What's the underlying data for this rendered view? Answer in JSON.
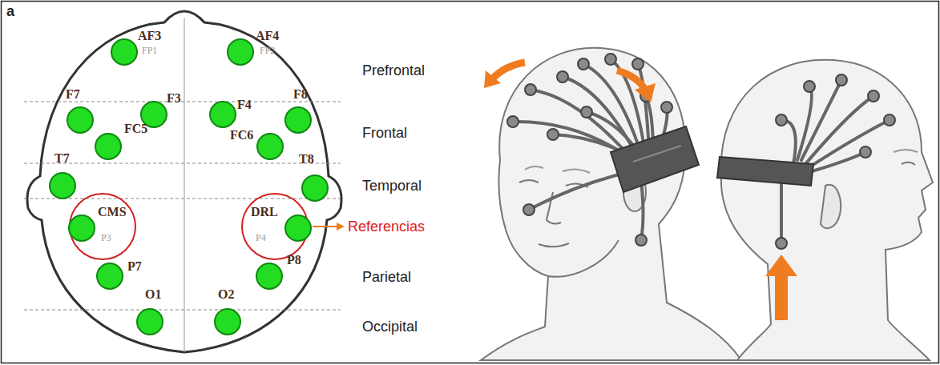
{
  "diagram": {
    "nodes": [
      {
        "text": [
          "AF3",
          "FP1"
        ]
      },
      {
        "text": [
          "AF4",
          "FP2"
        ]
      },
      {
        "text": [
          "F7"
        ]
      },
      {
        "text": [
          "F3"
        ]
      },
      {
        "text": [
          "F4"
        ]
      },
      {
        "text": [
          "F8"
        ]
      },
      {
        "text": [
          "FC5"
        ]
      },
      {
        "text": [
          "FC6"
        ]
      },
      {
        "text": [
          "T7"
        ]
      },
      {
        "text": [
          "T8"
        ]
      },
      {
        "text": [
          "CMS",
          "P3"
        ]
      },
      {
        "text": [
          "DRL",
          "P4"
        ]
      },
      {
        "text": [
          "P7"
        ]
      },
      {
        "text": [
          "P8"
        ]
      },
      {
        "text": [
          "O1"
        ]
      },
      {
        "text": [
          "O2"
        ]
      }
    ],
    "labels": [
      "a",
      "Prefrontal",
      "Frontal",
      "Temporal",
      "Referencias",
      "Parietal",
      "Occipital"
    ]
  }
}
